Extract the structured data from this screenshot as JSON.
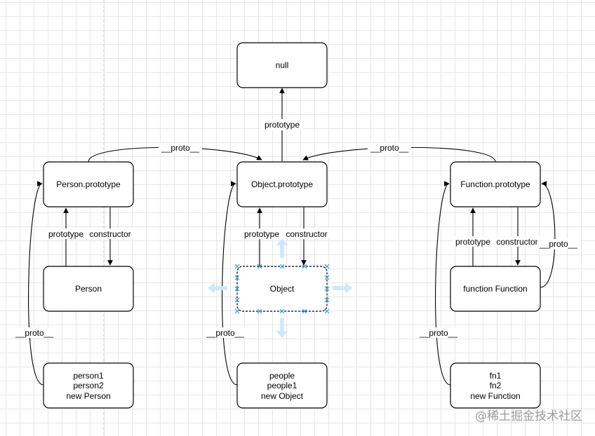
{
  "nodes": {
    "null_box": {
      "lines": [
        "null"
      ]
    },
    "person_prototype": {
      "lines": [
        "Person.prototype"
      ]
    },
    "object_prototype": {
      "lines": [
        "Object.prototype"
      ]
    },
    "function_prototype": {
      "lines": [
        "Function.prototype"
      ]
    },
    "person": {
      "lines": [
        "Person"
      ]
    },
    "object": {
      "lines": [
        "Object"
      ]
    },
    "function_function": {
      "lines": [
        "function Function"
      ]
    },
    "person_instances": {
      "lines": [
        "person1",
        "person2",
        "new Person"
      ]
    },
    "object_instances": {
      "lines": [
        "people",
        "people1",
        "new Object"
      ]
    },
    "function_instances": {
      "lines": [
        "fn1",
        "fn2",
        "new Function"
      ]
    }
  },
  "edge_labels": {
    "object_to_null": "prototype",
    "person_proto_to_object_proto": "__proto__",
    "function_proto_to_object_proto": "__proto__",
    "person_prototype": "prototype",
    "person_constructor": "constructor",
    "object_prototype": "prototype",
    "object_constructor": "constructor",
    "function_prototype": "prototype",
    "function_constructor": "constructor",
    "function_self_proto": "__proto__",
    "person_instances_proto": "__proto__",
    "object_instances_proto": "__proto__",
    "function_instances_proto": "__proto__"
  },
  "watermark": "@稀土掘金技术社区"
}
